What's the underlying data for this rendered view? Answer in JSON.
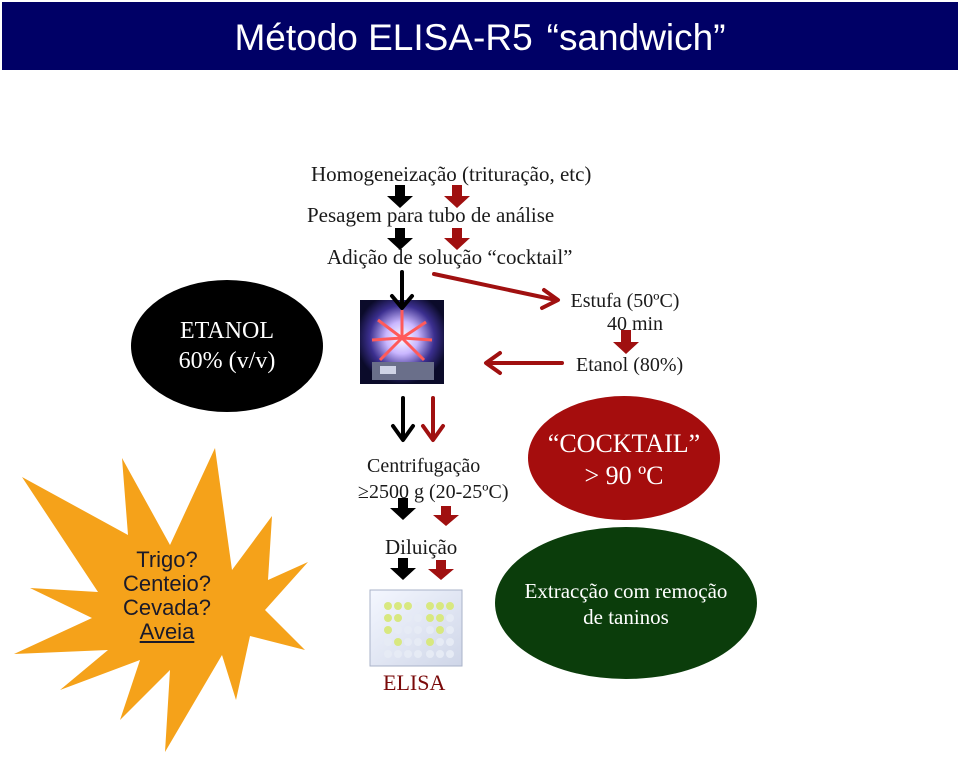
{
  "title": {
    "main": "Método ELISA-R5",
    "italic": "“sandwich”"
  },
  "steps": {
    "homogenization": "Homogeneização (trituração, etc)",
    "weighing": "Pesagem para tubo de análise",
    "addition": "Adição de solução “cocktail”",
    "oven_line1": "Estufa (50ºC)",
    "oven_line2": "40 min",
    "ethanol80": "Etanol (80%)",
    "centrifugation_line1": "Centrifugação",
    "centrifugation_line2": "≥2500 g (20-25ºC)",
    "dilution": "Diluição",
    "elisa": "ELISA"
  },
  "ethanol_ellipse": {
    "line1": "ETANOL",
    "line2": "60% (v/v)"
  },
  "cocktail_ellipse": {
    "line1": "“COCKTAIL”",
    "line2": "> 90 ºC"
  },
  "extraction_ellipse": {
    "line1": "Extracção com remoção",
    "line2": "de taninos"
  },
  "star": {
    "line1": "Trigo?",
    "line2": "Centeio?",
    "line3": "Cevada?",
    "line4": "Aveia"
  },
  "colors": {
    "banner": "#000066",
    "black_arrow": "#000000",
    "red_arrow": "#a01010",
    "cocktail_fill": "#a50d0d",
    "extraction_fill": "#0b3d0b",
    "star_fill": "#f5a21a"
  }
}
